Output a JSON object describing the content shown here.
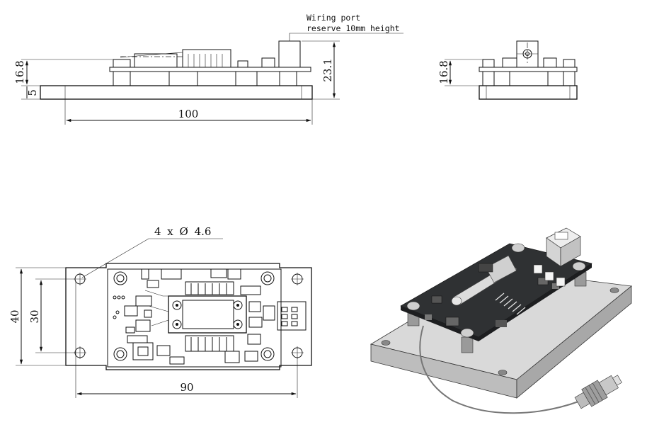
{
  "side_view": {
    "note_line1": "Wiring port",
    "note_line2": "reserve 10mm height",
    "dim_total_height": "23.1",
    "dim_board_height": "16.8",
    "dim_base_height": "5",
    "dim_length": "100"
  },
  "end_view": {
    "dim_height": "16.8"
  },
  "top_view": {
    "hole_callout": "4 x Ø 4.6",
    "dim_width": "40",
    "dim_hole_spacing_vertical": "30",
    "dim_hole_spacing_horizontal": "90"
  }
}
